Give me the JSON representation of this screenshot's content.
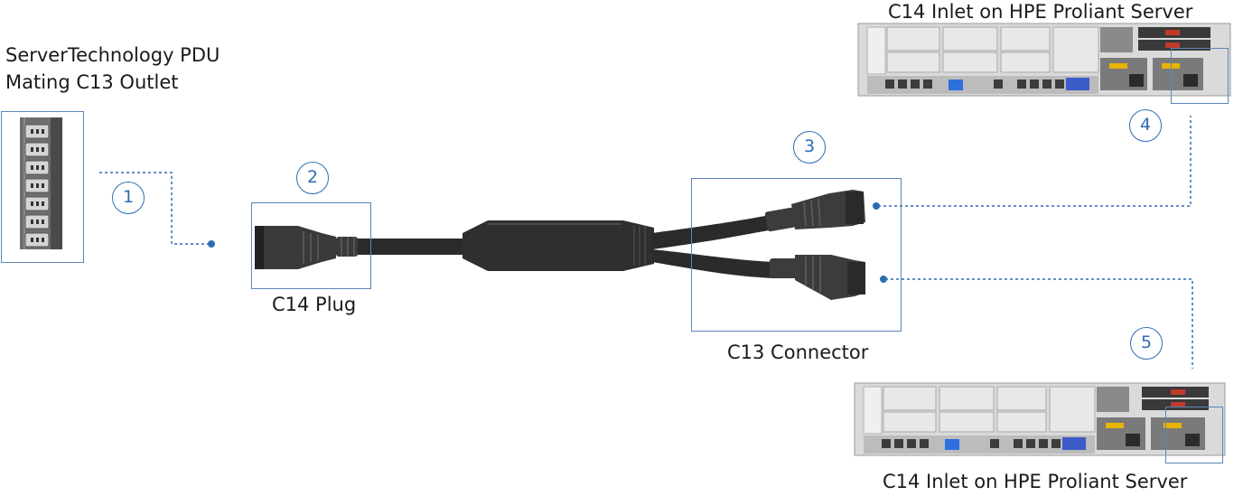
{
  "labels": {
    "pdu_line1": "ServerTechnology PDU",
    "pdu_line2": "Mating C13 Outlet",
    "c14_plug": "C14 Plug",
    "c13_connector": "C13 Connector",
    "server_top": "C14 Inlet on HPE Proliant Server",
    "server_bottom": "C14 Inlet on HPE Proliant Server"
  },
  "callouts": [
    "1",
    "2",
    "3",
    "4",
    "5"
  ],
  "colors": {
    "accent": "#2e6db4",
    "frame": "#5b86b8",
    "cable": "#2b2b2b",
    "connector": "#3c3c3c",
    "server_chassis": "#d6d6d6",
    "psu_handle": "#e7b400",
    "vga_port": "#3b5cc9",
    "usb_port": "#2f6fe0"
  }
}
